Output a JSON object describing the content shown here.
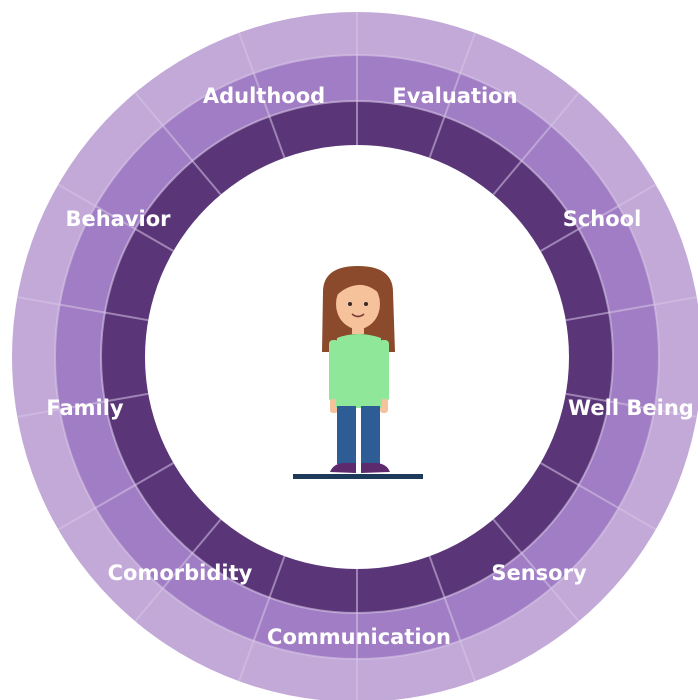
{
  "wheel": {
    "segments": [
      {
        "label": "Adulthood"
      },
      {
        "label": "Evaluation"
      },
      {
        "label": "School"
      },
      {
        "label": "Well Being"
      },
      {
        "label": "Sensory"
      },
      {
        "label": "Communication"
      },
      {
        "label": "Comorbidity"
      },
      {
        "label": "Family"
      },
      {
        "label": "Behavior"
      }
    ],
    "colors": {
      "outer_ring": "#c2a9d8",
      "middle_ring": "#a07dc4",
      "inner_ring": "#5a3578",
      "divider": "#d7c6e6",
      "label": "#ffffff"
    }
  },
  "center_figure": {
    "icon": "standing-girl-icon",
    "colors": {
      "hair": "#8a4a2b",
      "skin": "#f6c29c",
      "shirt": "#8fe89a",
      "pants": "#2e5d95",
      "shoes": "#5e2a6e",
      "ground": "#1e3a5a"
    }
  }
}
